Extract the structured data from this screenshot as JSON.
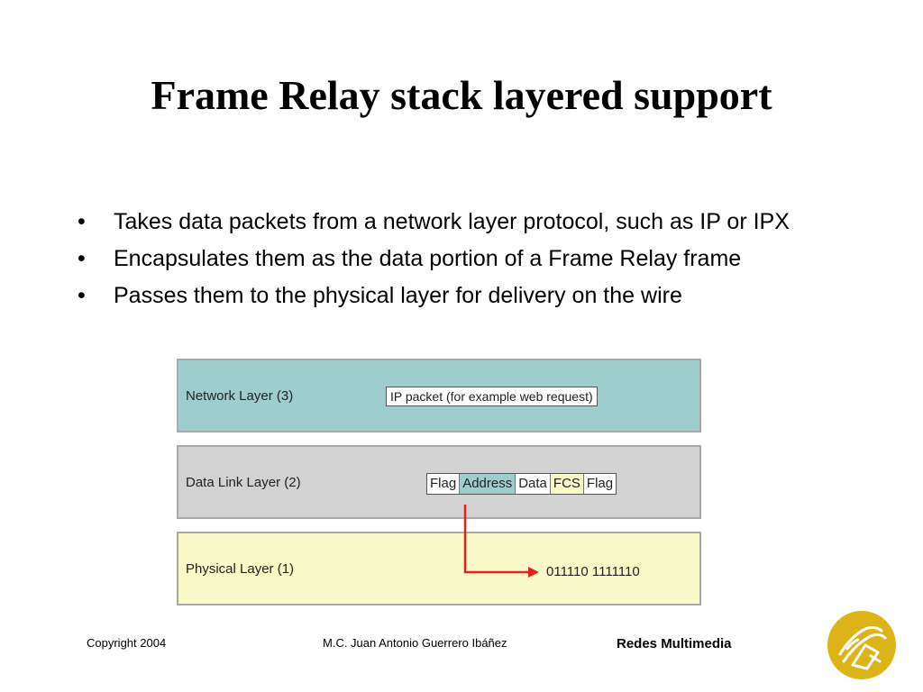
{
  "slide": {
    "title": "Frame Relay stack layered support",
    "bullets": [
      "Takes data packets from a network layer protocol, such as IP or IPX",
      "Encapsulates them as the data portion of a Frame Relay frame",
      "Passes them to the physical layer for delivery on the wire"
    ],
    "bullet_marker": "•"
  },
  "diagram": {
    "layers": {
      "network": {
        "label": "Network Layer (3)",
        "color": "#9dcdcd",
        "packet": "IP packet (for example web request)"
      },
      "datalink": {
        "label": "Data Link Layer (2)",
        "color": "#d2d2d2",
        "frame_fields": [
          {
            "label": "Flag",
            "color": "#ffffff"
          },
          {
            "label": "Address",
            "color": "#9dcdcd"
          },
          {
            "label": "Data",
            "color": "#ffffff"
          },
          {
            "label": "FCS",
            "color": "#fafac8"
          },
          {
            "label": "Flag",
            "color": "#ffffff"
          }
        ]
      },
      "physical": {
        "label": "Physical Layer (1)",
        "color": "#fafac8",
        "bits": "011110 1111110"
      }
    },
    "arrow_color": "#e8201c"
  },
  "footer": {
    "copyright": "Copyright 2004",
    "author": "M.C. Juan Antonio Guerrero Ibáñez",
    "course": "Redes Multimedia"
  },
  "logo": {
    "icon": "university-seal-icon",
    "color": "#dcb416"
  }
}
